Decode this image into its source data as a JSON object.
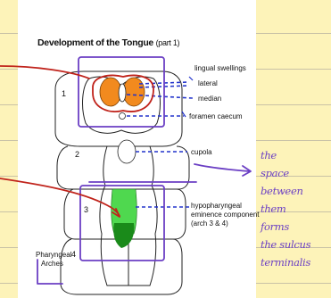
{
  "title": "Development of the Tongue",
  "title_suffix": "(part 1)",
  "labels": {
    "lingual_swellings": "lingual swellings",
    "lateral": "lateral",
    "median": "median",
    "foramen_caecum": "foramen caecum",
    "cupola": "cupola",
    "hypo_line1": "hypopharyngeal",
    "hypo_line2": "eminence component",
    "hypo_line3": "(arch 3 & 4)",
    "pharyngeal": "Pharyngeal",
    "arches": "Arches"
  },
  "arch_numbers": {
    "a1": "1",
    "a2": "2",
    "a3": "3",
    "a4": "4"
  },
  "handwritten_note": [
    "the",
    "space",
    "between",
    "them",
    "forms",
    "the sulcus",
    "terminalis"
  ],
  "colors": {
    "page_background": "#fdf3b9",
    "purple_ink": "#6b3fc4",
    "red_ink": "#c0231b",
    "leader_blue": "#2233cc",
    "lateral_swelling": "#f28a1e",
    "hypopharyngeal_light": "#4fd84f",
    "hypopharyngeal_dark": "#1a8a1a"
  }
}
